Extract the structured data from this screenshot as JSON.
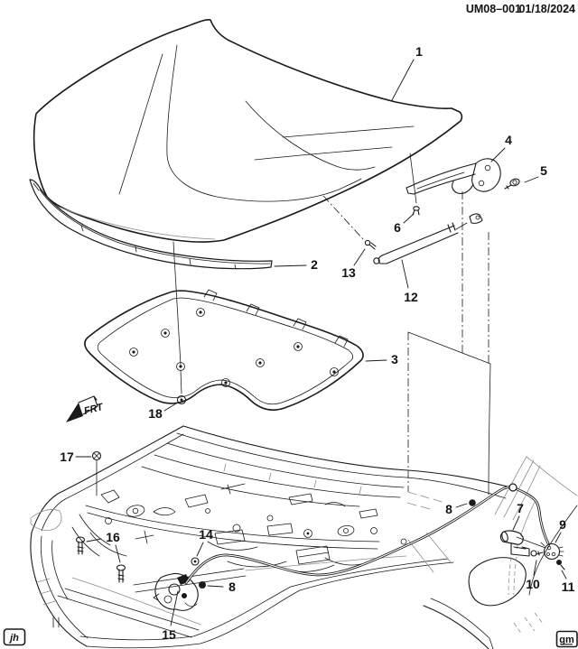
{
  "header": {
    "code": "UM08–001",
    "date": "01/18/2024"
  },
  "footer": {
    "illustrator_mark": "jh",
    "brand_mark": "gm"
  },
  "frt": {
    "label": "FRT"
  },
  "colors": {
    "ink": "#1a1a1a",
    "light_ink": "#8c8c8c",
    "paper": "#ffffff"
  },
  "callouts": [
    {
      "label": "1"
    },
    {
      "label": "2"
    },
    {
      "label": "3"
    },
    {
      "label": "4"
    },
    {
      "label": "5"
    },
    {
      "label": "6"
    },
    {
      "label": "7"
    },
    {
      "label": "8"
    },
    {
      "label": "8"
    },
    {
      "label": "9"
    },
    {
      "label": "10"
    },
    {
      "label": "11"
    },
    {
      "label": "12"
    },
    {
      "label": "13"
    },
    {
      "label": "14"
    },
    {
      "label": "15"
    },
    {
      "label": "16"
    },
    {
      "label": "17"
    },
    {
      "label": "18"
    }
  ]
}
